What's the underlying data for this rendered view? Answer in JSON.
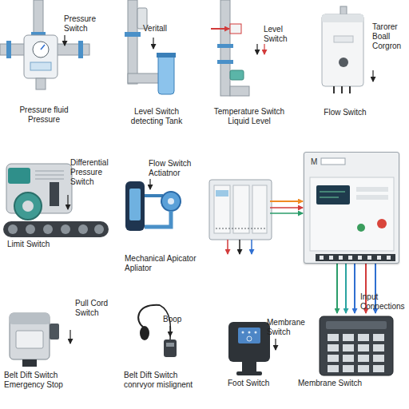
{
  "diagram": {
    "nodes": [
      {
        "text": [
          "M"
        ]
      }
    ],
    "labels": [
      "Pressure Switch",
      "Veritall",
      "Level Switch",
      "Tarorer Boall Corgron",
      "Pressure fluid Pressure",
      "Level Switch detecting Tank",
      "Temperature Switch Liquid Level",
      "Flow Switch",
      "Flow Switch Actiatnor",
      "Differential Pressure Switch",
      "Limit Switch",
      "Mechanical Apicator Apliator",
      "Input Connections",
      "Pull Cord Switch",
      "Boop",
      "Membrane Switch",
      "Belt Dift Switch Emergency Stop",
      "Belt Dift Switch conrvyor mislignent",
      "Foot Switch",
      "Membrane Switch"
    ]
  }
}
